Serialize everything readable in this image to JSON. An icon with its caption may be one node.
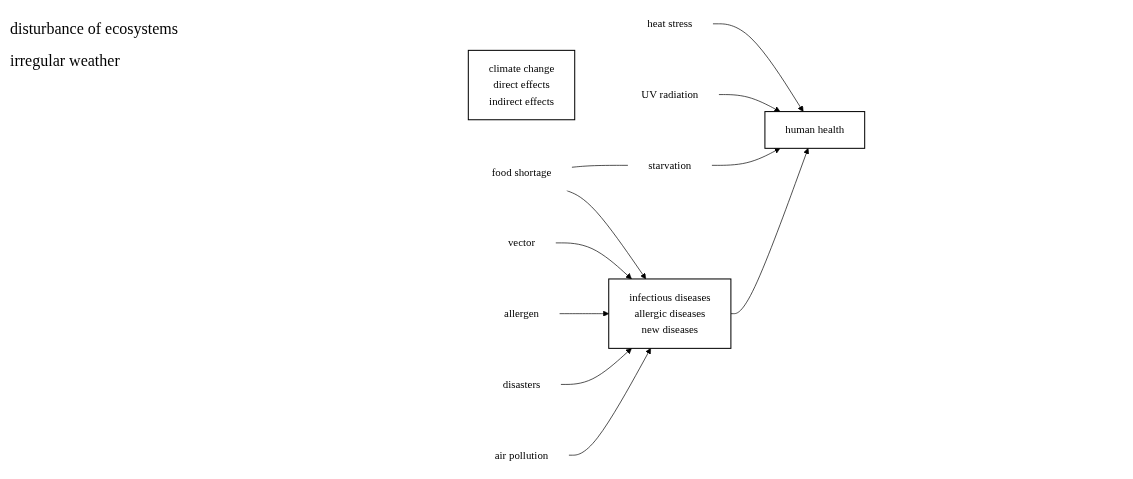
{
  "diagram": {
    "nodes": [
      {
        "text": [
          "climate change",
          "direct effects",
          "indirect effects"
        ]
      },
      {
        "text": [
          "heat stress"
        ]
      },
      {
        "text": [
          "UV radiation"
        ]
      },
      {
        "text": [
          "food shortage"
        ]
      },
      {
        "text": [
          "starvation"
        ]
      },
      {
        "text": [
          "vector"
        ]
      },
      {
        "text": [
          "allergen"
        ]
      },
      {
        "text": [
          "disasters"
        ]
      },
      {
        "text": [
          "air pollution"
        ]
      },
      {
        "text": [
          "infectious diseases",
          "allergic diseases",
          "new diseases"
        ]
      },
      {
        "text": [
          "human health"
        ]
      }
    ],
    "edges": [
      {
        "from": 1,
        "to": 10,
        "arrow": "to"
      },
      {
        "from": 2,
        "to": 10,
        "arrow": "to"
      },
      {
        "from": 3,
        "to": 4,
        "arrow": "none"
      },
      {
        "from": 4,
        "to": 10,
        "arrow": "to"
      },
      {
        "from": 3,
        "to": 9,
        "arrow": "to"
      },
      {
        "from": 5,
        "to": 9,
        "arrow": "to"
      },
      {
        "from": 6,
        "to": 9,
        "arrow": "to"
      },
      {
        "from": 7,
        "to": 9,
        "arrow": "to"
      },
      {
        "from": 8,
        "to": 9,
        "arrow": "to"
      },
      {
        "from": 9,
        "to": 10,
        "arrow": "to"
      }
    ],
    "labels": [
      "disturbance of ecosystems",
      "irregular weather"
    ]
  }
}
